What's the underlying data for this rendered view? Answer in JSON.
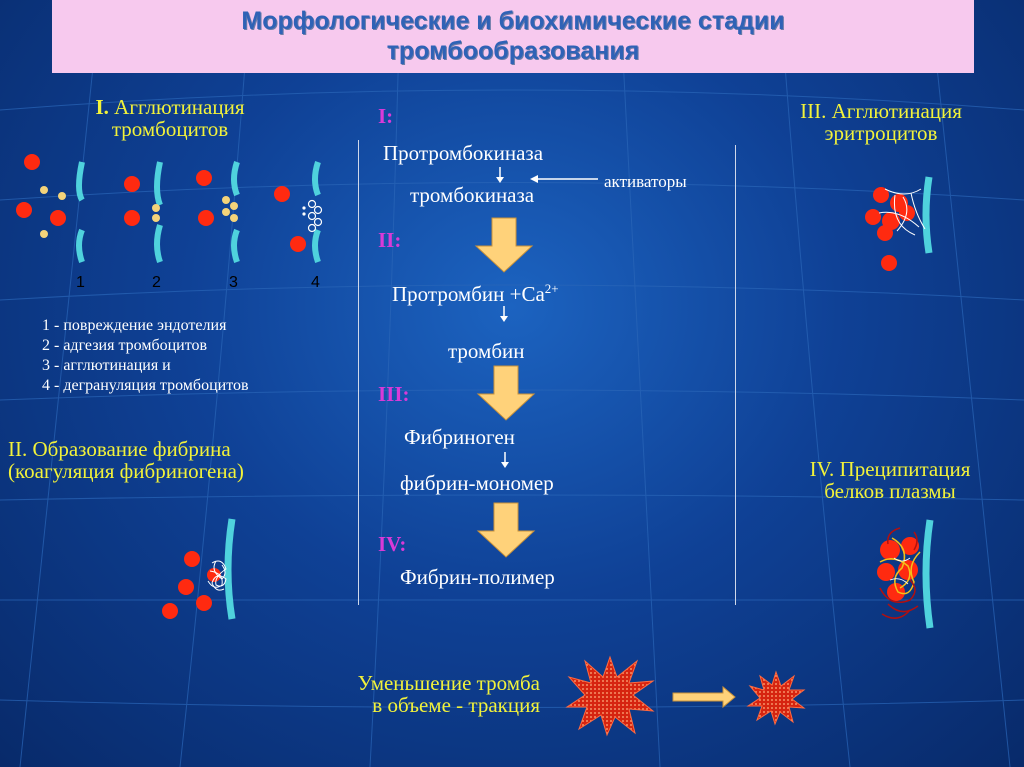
{
  "title": {
    "line1": "Морфологические и биохимические стадии",
    "line2": "тромбообразования"
  },
  "left": {
    "stage1_roman": "I.",
    "stage1_line1": "Агглютинация",
    "stage1_line2": "тромбоцитов",
    "step_numbers": [
      "1",
      "2",
      "3",
      "4"
    ],
    "legend": [
      "1 - повреждение эндотелия",
      "2 - адгезия тромбоцитов",
      "3 - агглютинация и",
      "4 - дегрануляция тромбоцитов"
    ],
    "stage2_line1": "II. Образование фибрина",
    "stage2_line2": "(коагуляция фибриногена)"
  },
  "center": {
    "phase1_label": "I:",
    "prothrombokinase": "Протромбокиназа",
    "thrombokinase": "тромбокиназа",
    "activators": "активаторы",
    "phase2_label": "II:",
    "prothrombin": "Протромбин +Са",
    "prothrombin_sup": "2+",
    "thrombin": "тромбин",
    "phase3_label": "III:",
    "fibrinogen": "Фибриноген",
    "fibrin_monomer": "фибрин-мономер",
    "phase4_label": "IV:",
    "fibrin_polymer": "Фибрин-полимер"
  },
  "right": {
    "stage3_line1": "III. Агглютинация",
    "stage3_line2": "эритроцитов",
    "stage4_line1": "IV. Преципитация",
    "stage4_line2": "белков плазмы"
  },
  "bottom": {
    "line1": "Уменьшение тромба",
    "line2": "в объеме - тракция"
  },
  "colors": {
    "title_bg": "#f7c9ee",
    "title_text": "#2f62b6",
    "heading_yellow": "#f2f23a",
    "roman_magenta": "#d93ad8",
    "rbc_red": "#ff2a10",
    "platelet": "#f4d37a",
    "vessel_wall": "#4fd2dd",
    "arrow_fill": "#ffd27a"
  }
}
